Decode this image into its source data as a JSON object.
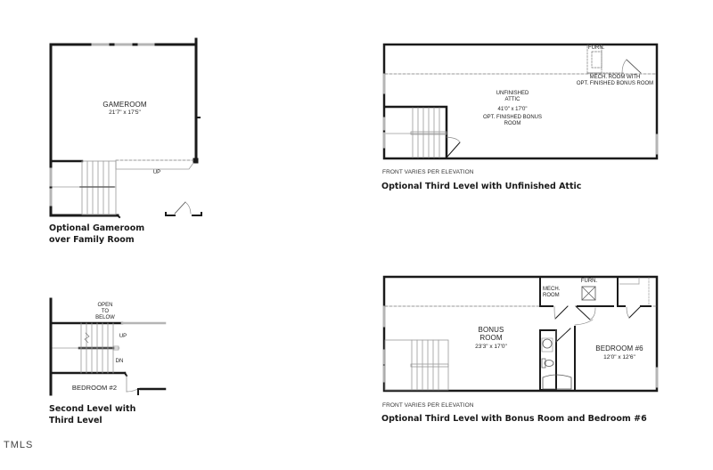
{
  "plans": [
    {
      "id": "gameroom",
      "caption": "Optional Gameroom\nover Family Room",
      "rooms": [
        {
          "name": "GAMEROOM",
          "dimensions": "21'7\" x 17'5\""
        }
      ],
      "labels": {
        "stair": "UP"
      }
    },
    {
      "id": "attic",
      "caption": "Optional Third Level with Unfinished Attic",
      "note": "FRONT VARIES PER ELEVATION",
      "rooms": [
        {
          "name": "UNFINISHED\nATTIC",
          "dimensions": "41'0\" x 17'0\"",
          "sub": "OPT. FINISHED BONUS ROOM"
        }
      ],
      "labels": {
        "furn": "FURN.",
        "mech": "MECH. ROOM WITH\nOPT. FINISHED BONUS ROOM"
      }
    },
    {
      "id": "second-level",
      "caption": "Second Level with\nThird Level",
      "rooms": [
        {
          "name": "BEDROOM #2"
        }
      ],
      "labels": {
        "open": "OPEN\nTO\nBELOW",
        "up": "UP",
        "dn": "DN"
      }
    },
    {
      "id": "bonus",
      "caption": "Optional Third Level with Bonus Room and Bedroom #6",
      "note": "FRONT VARIES PER ELEVATION",
      "rooms": [
        {
          "name": "BONUS\nROOM",
          "dimensions": "23'3\" x 17'0\""
        },
        {
          "name": "BEDROOM #6",
          "dimensions": "12'0\" x 12'6\""
        },
        {
          "name": "MECH.\nROOM"
        }
      ],
      "labels": {
        "furn": "FURN."
      }
    }
  ],
  "brand": "TMLS",
  "colors": {
    "wall": "#1a1a1a",
    "window": "#b5b5b5",
    "thin": "#8a8a8a",
    "dash": "#777777"
  }
}
